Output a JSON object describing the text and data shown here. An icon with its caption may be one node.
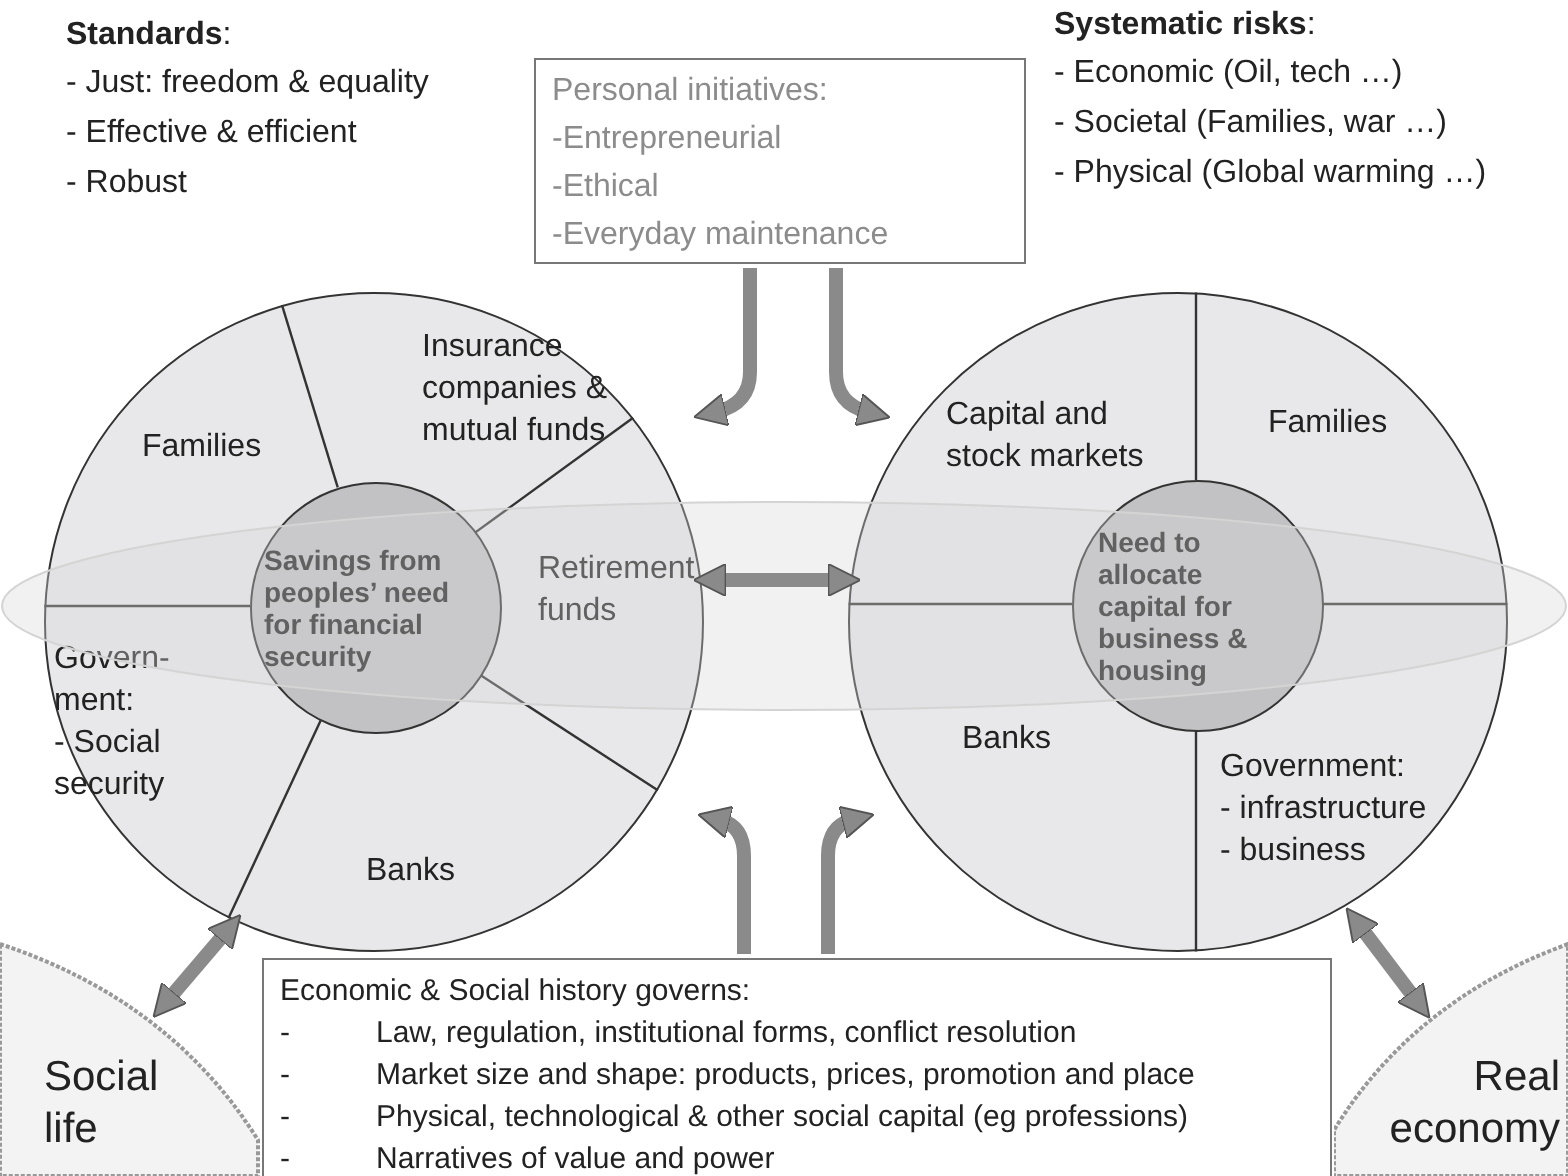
{
  "diagram": {
    "nodes": [
      {
        "text": [],
        "shape": "circle"
      },
      {
        "text": [
          "Families"
        ],
        "in": 0
      },
      {
        "text": [
          "Insurance companies & mutual funds"
        ],
        "in": 0
      },
      {
        "text": [
          "Savings from peoples’ need for financial security"
        ],
        "in": 0
      },
      {
        "text": [
          "Retirement funds"
        ],
        "in": 0
      },
      {
        "text": [
          "Govern- ment: - Social security"
        ],
        "in": 0
      },
      {
        "text": [
          "Banks"
        ],
        "in": 0
      },
      {
        "text": [],
        "shape": "circle"
      },
      {
        "text": [
          "Capital and stock markets"
        ],
        "in": 7
      },
      {
        "text": [
          "Families"
        ],
        "in": 7
      },
      {
        "text": [
          "Need to allocate capital for business & housing"
        ],
        "in": 7
      },
      {
        "text": [
          "Banks"
        ],
        "in": 7
      },
      {
        "text": [
          "Government: - infrastructure - business"
        ],
        "in": 7
      },
      {
        "text": [
          "Personal initiatives:",
          "-Entrepreneurial",
          "-Ethical",
          "-Everyday maintenance"
        ]
      },
      {
        "text": [
          "Economic & Social history governs:",
          "-",
          "Law, regulation, institutional forms, conflict resolution",
          "-",
          "Market size and shape: products, prices, promotion and place",
          "-",
          "Physical, technological & other social capital (eg professions)",
          "-",
          "Narratives of value and power"
        ]
      },
      {
        "text": [
          "Social life"
        ]
      },
      {
        "text": [
          "Real economy"
        ]
      }
    ],
    "edges": [
      {
        "from": 13,
        "to": 0,
        "arrow": "to"
      },
      {
        "from": 13,
        "to": 7,
        "arrow": "to"
      },
      {
        "from": 0,
        "to": 7,
        "arrow": "both"
      },
      {
        "from": 14,
        "to": 0,
        "arrow": "to"
      },
      {
        "from": 14,
        "to": 7,
        "arrow": "to"
      },
      {
        "from": 15,
        "to": 0,
        "arrow": "both"
      },
      {
        "from": 16,
        "to": 7,
        "arrow": "both"
      }
    ],
    "labels": [
      "**Standards**:",
      "- Just: freedom & equality",
      "- Effective & efficient",
      "- Robust",
      "**Systematic risks**:",
      "- Economic (Oil, tech …)",
      "- Societal (Families, war …)",
      "- Physical (Global warming …)"
    ]
  }
}
